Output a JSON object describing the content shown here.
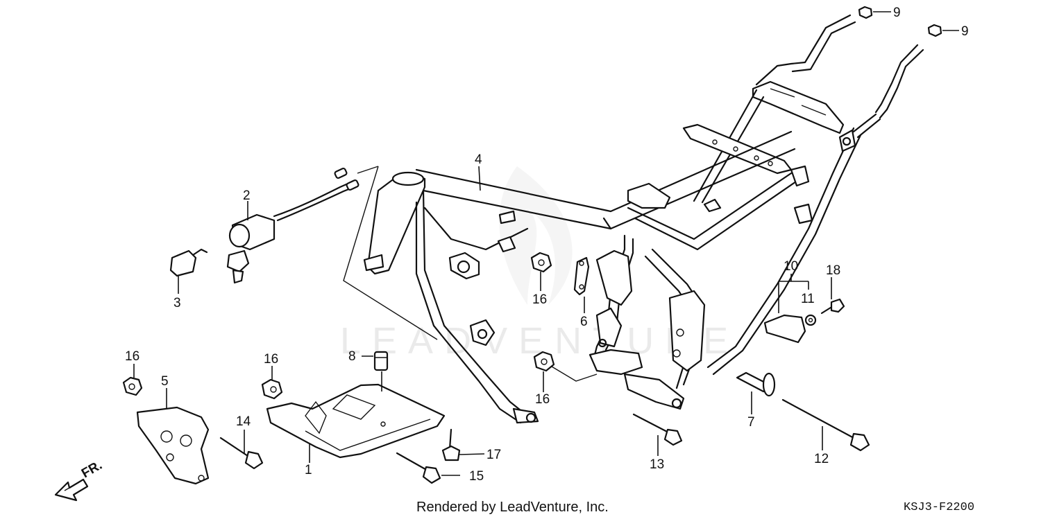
{
  "diagram": {
    "watermark": "LEADVENTURE",
    "footer_credit": "Rendered by LeadVenture, Inc.",
    "diagram_code": "KSJ3-F2200",
    "direction_label": "FR.",
    "callouts": {
      "c1": "1",
      "c2": "2",
      "c3": "3",
      "c4": "4",
      "c5": "5",
      "c6": "6",
      "c7": "7",
      "c8": "8",
      "c9a": "9",
      "c9b": "9",
      "c10": "10",
      "c11": "11",
      "c12": "12",
      "c13": "13",
      "c14": "14",
      "c15": "15",
      "c16a": "16",
      "c16b": "16",
      "c16c": "16",
      "c16d": "16",
      "c17": "17",
      "c18": "18"
    }
  }
}
